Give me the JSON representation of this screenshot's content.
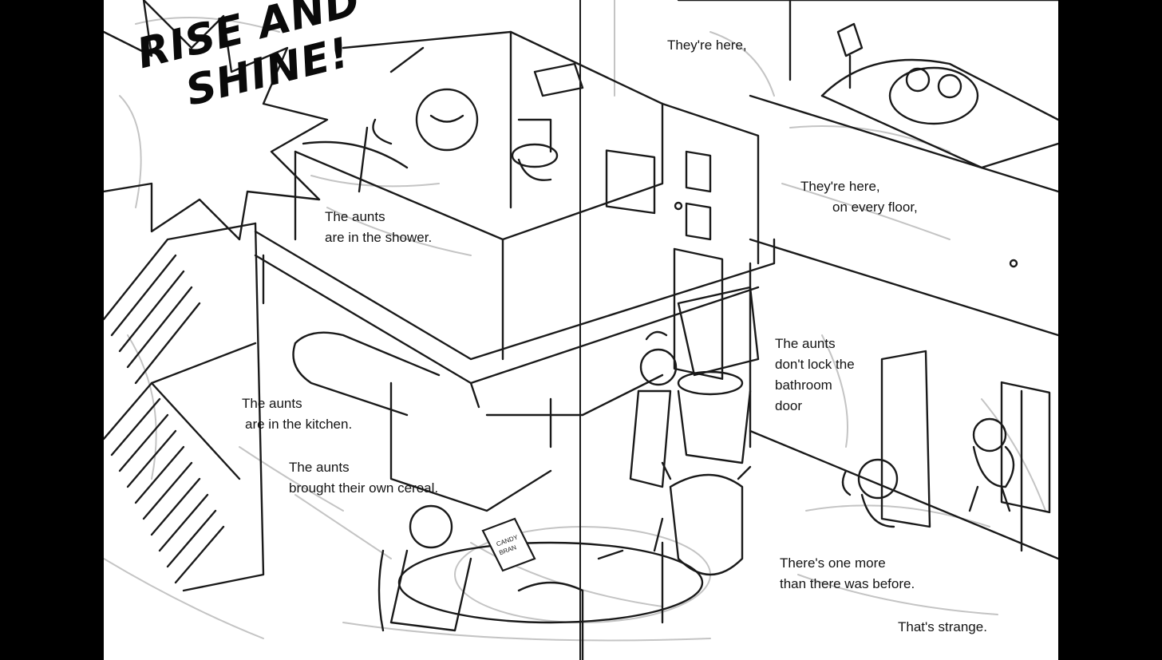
{
  "title": {
    "line1": "RISE AND",
    "line2": "SHINE!"
  },
  "captions": {
    "theyre_here": "They're here,",
    "every_floor": {
      "line1": "They're here,",
      "line2": "on every floor,"
    },
    "shower": {
      "line1": "The aunts",
      "line2": "are in the shower."
    },
    "kitchen": {
      "line1": "The aunts",
      "line2": "are in the kitchen."
    },
    "cereal": {
      "line1": "The aunts",
      "line2": "brought their own cereal."
    },
    "bathroom": {
      "line1": "The aunts",
      "line2": "don't lock the",
      "line3": "bathroom",
      "line4": "door"
    },
    "one_more": {
      "line1": "There's one more",
      "line2": "than there was before."
    },
    "strange": "That's strange."
  },
  "cereal_box": {
    "line1": "CANDY",
    "line2": "BRAN"
  },
  "colors": {
    "background": "#000000",
    "paper": "#ffffff",
    "ink": "#1a1a1a",
    "pencil": "#c4c4c4"
  }
}
